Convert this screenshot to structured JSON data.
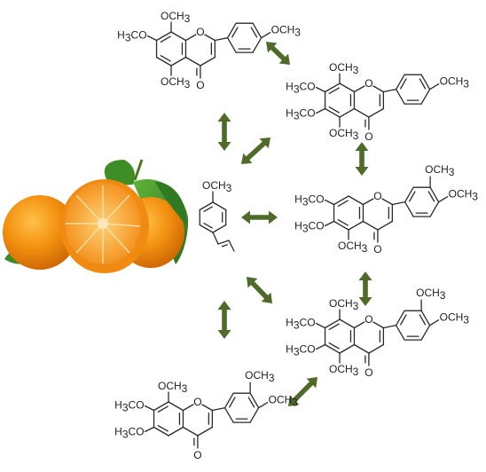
{
  "colors": {
    "arrow": "#4f6b2a",
    "bond": "#2a2a2a",
    "orange_peel": "#f08a10",
    "orange_flesh": "#f7a233",
    "leaf": "#3d8a2a"
  },
  "illustration": {
    "icon": "mandarin-oranges-with-leaves"
  },
  "labels": {
    "och3": "OCH",
    "h3co": "H",
    "co_suffix": "CO",
    "sub3": "3",
    "oxygen": "O"
  },
  "molecules": [
    {
      "id": "top-left-flavone"
    },
    {
      "id": "right-upper-flavone"
    },
    {
      "id": "center-anethole"
    },
    {
      "id": "right-middle-flavone"
    },
    {
      "id": "right-lower-flavone"
    },
    {
      "id": "bottom-left-flavone"
    }
  ]
}
